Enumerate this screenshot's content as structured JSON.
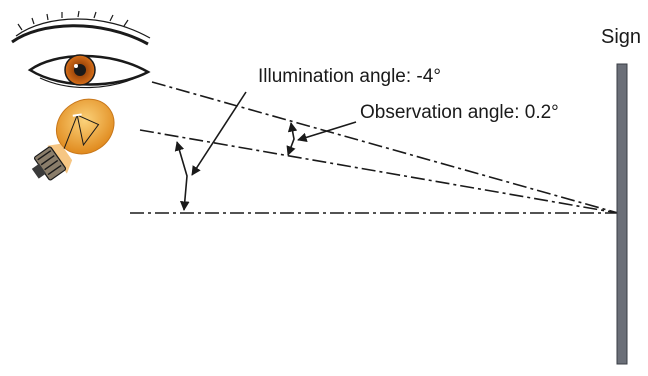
{
  "labels": {
    "sign": "Sign",
    "illumination_angle": "Illumination angle: -4°",
    "observation_angle": "Observation angle: 0.2°"
  },
  "icons": [
    "eye-icon",
    "light-bulb-icon"
  ],
  "colors": {
    "iris": "#c85a0a",
    "bulb": "#f0a030",
    "sign_panel": "#6b6f78",
    "ink": "#1a1a1a"
  }
}
